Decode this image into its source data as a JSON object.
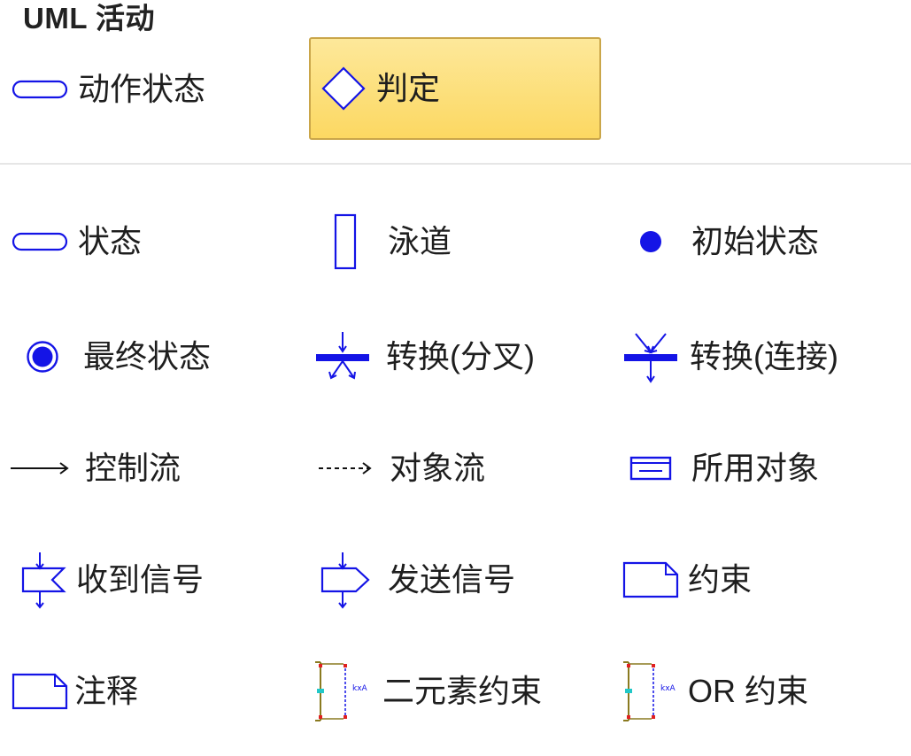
{
  "section_title": "UML 活动",
  "featured": [
    {
      "label": "动作状态",
      "icon": "rounded-rect-icon"
    },
    {
      "label": "判定",
      "icon": "diamond-icon",
      "selected": true
    }
  ],
  "shapes": [
    {
      "label": "状态",
      "icon": "rounded-rect-icon"
    },
    {
      "label": "泳道",
      "icon": "swimlane-icon"
    },
    {
      "label": "初始状态",
      "icon": "filled-circle-icon"
    },
    {
      "label": "最终状态",
      "icon": "bullseye-icon"
    },
    {
      "label": "转换(分叉)",
      "icon": "fork-bar-icon"
    },
    {
      "label": "转换(连接)",
      "icon": "join-bar-icon"
    },
    {
      "label": "控制流",
      "icon": "solid-arrow-icon"
    },
    {
      "label": "对象流",
      "icon": "dashed-arrow-icon"
    },
    {
      "label": "所用对象",
      "icon": "object-icon"
    },
    {
      "label": "收到信号",
      "icon": "receive-signal-icon"
    },
    {
      "label": "发送信号",
      "icon": "send-signal-icon"
    },
    {
      "label": "约束",
      "icon": "note-icon"
    },
    {
      "label": "注释",
      "icon": "note-icon"
    },
    {
      "label": "二元素约束",
      "icon": "two-element-constraint-icon"
    },
    {
      "label": "OR 约束",
      "icon": "or-constraint-icon"
    }
  ],
  "colors": {
    "icon_blue": "#1414e6",
    "selected_fill": "#fcd862",
    "selected_border": "#caa64a",
    "constraint_red": "#e02020",
    "constraint_olive": "#8a7a20",
    "constraint_cyan": "#22c8c8"
  }
}
